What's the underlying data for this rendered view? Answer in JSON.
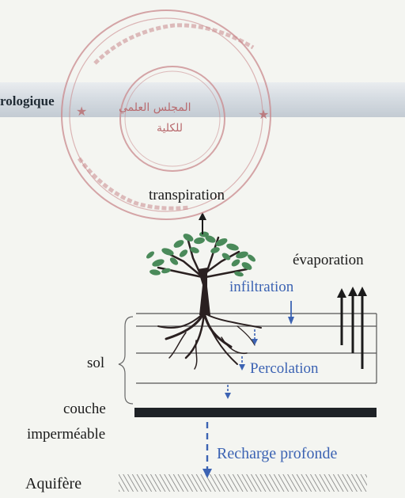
{
  "header": {
    "title": "rologique"
  },
  "stamp": {
    "text_inner_1": "المجلس العلمي",
    "text_inner_2": "للكلية"
  },
  "diagram": {
    "labels": {
      "transpiration": "transpiration",
      "evaporation": "évaporation",
      "infiltration": "infiltration",
      "sol": "sol",
      "percolation": "Percolation",
      "couche": "couche",
      "impermeable": "imperméable",
      "recharge": "Recharge profonde",
      "aquifere": "Aquifère"
    },
    "colors": {
      "text_black": "#1b1b1b",
      "text_blue": "#3c63b3",
      "stamp": "#b86a6e",
      "header_band": "#d6dce2",
      "impermeable_layer": "#1e2226",
      "foliage": "#4a8a5a"
    }
  }
}
